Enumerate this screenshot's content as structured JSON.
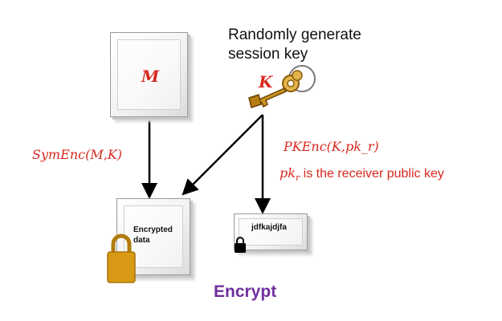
{
  "session_key_caption": "Randomly generate\nsession key",
  "message_label": "M",
  "key_label": "K",
  "sym_enc_label": "SymEnc(M,K)",
  "pk_enc_label": "PKEnc(K,pk_r)",
  "pk_note": {
    "symbol": "pk",
    "subscript": "r",
    "text": " is the receiver public key"
  },
  "encrypted_data_label": "Encrypted\ndata",
  "ciphertext_label": "jdfkajdjfa",
  "footer_label": "Encrypt",
  "colors": {
    "accent_red": "#d8281e",
    "purple": "#7030a0",
    "lock_gold": "#d89a14",
    "key_gold": "#c8941e"
  }
}
